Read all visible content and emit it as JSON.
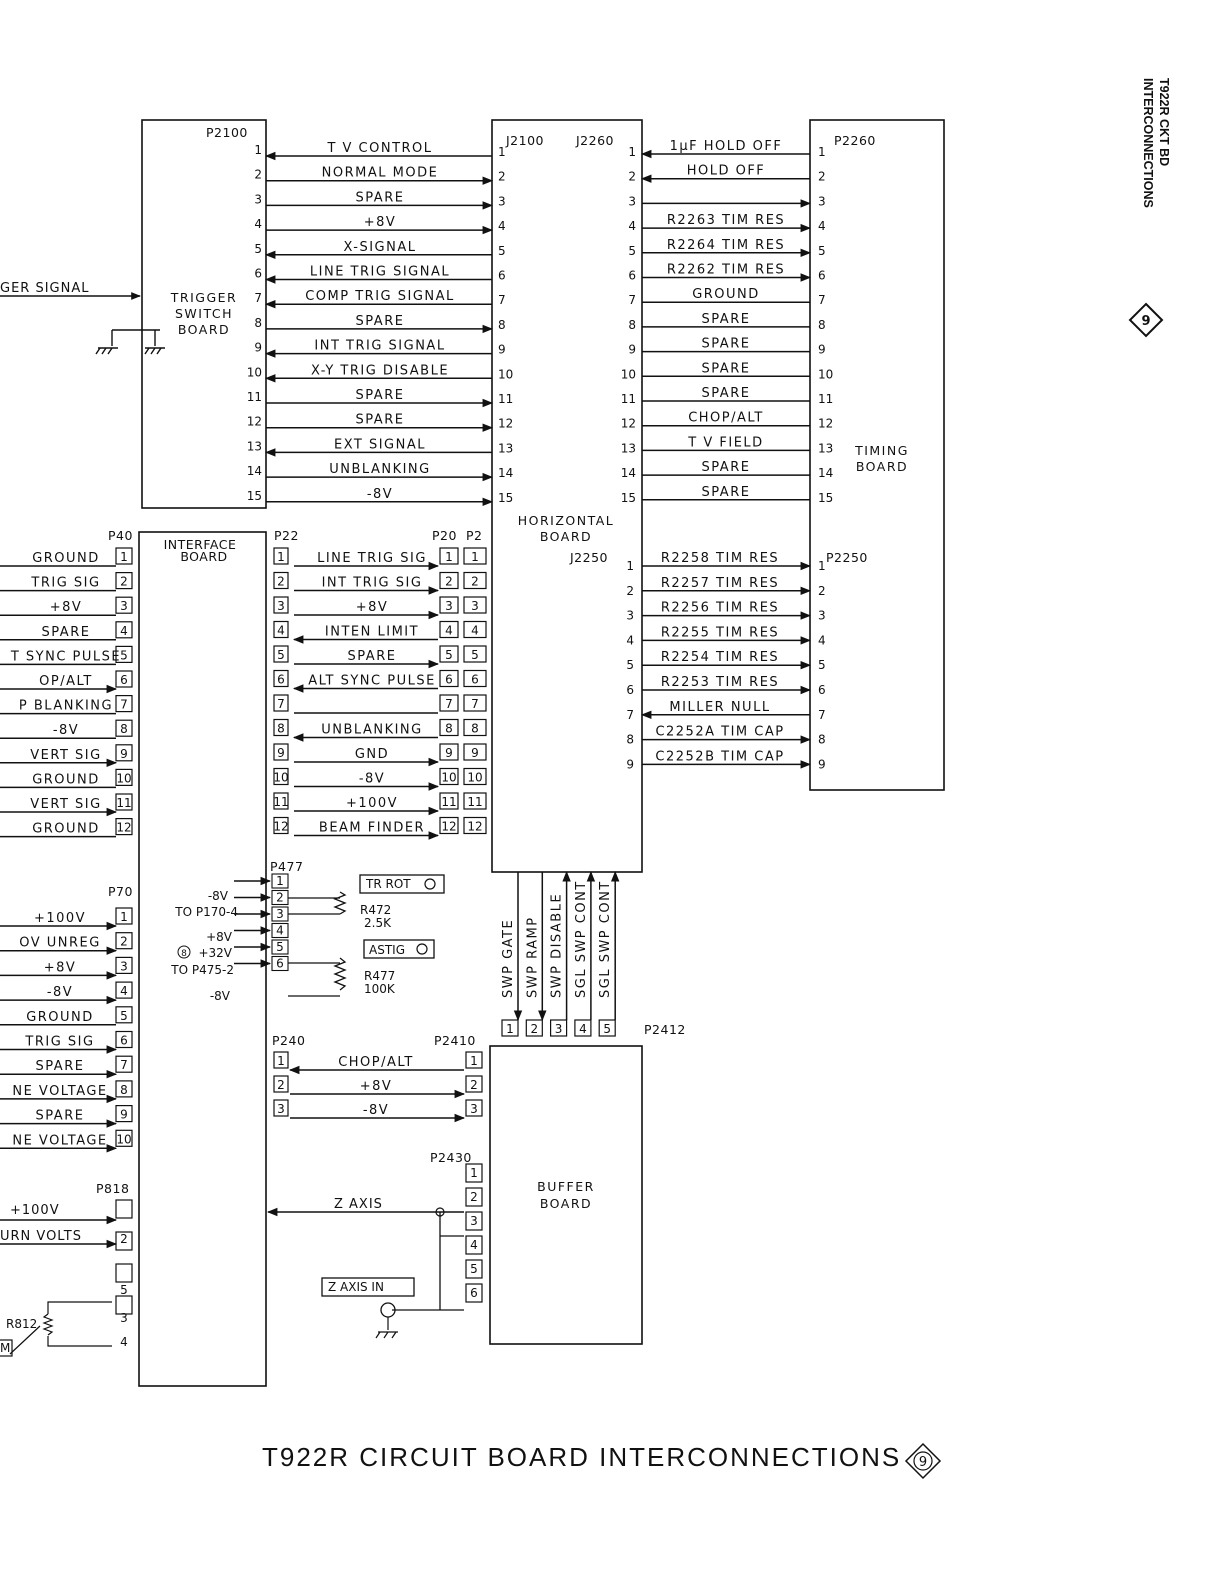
{
  "side_title": {
    "line1": "T922R CKT BD",
    "line2": "INTERCONNECTIONS",
    "badge": "9"
  },
  "bottom_title": {
    "text": "T922R CIRCUIT BOARD INTERCONNECTIONS",
    "badge": "9"
  },
  "boards": {
    "trigger_switch": "TRIGGER SWITCH BOARD",
    "horizontal": "HORIZONTAL BOARD",
    "timing": "TIMING BOARD",
    "interface": "INTERFACE BOARD",
    "buffer": "BUFFER BOARD"
  },
  "connectors": {
    "p2100": "P2100",
    "j2100": "J2100",
    "j2260": "J2260",
    "p2260": "P2260",
    "j2250": "J2250",
    "p2250": "P2250",
    "p40": "P40",
    "p22": "P22",
    "p20": "P20",
    "p2": "P2",
    "p477": "P477",
    "p70": "P70",
    "p240": "P240",
    "p2410": "P2410",
    "p2412": "P2412",
    "p2430": "P2430",
    "p818": "P818"
  },
  "trigger_signal_label": "GER SIGNAL",
  "j2100_signals": [
    "T V CONTROL",
    "NORMAL MODE",
    "SPARE",
    "+8V",
    "X-SIGNAL",
    "LINE TRIG SIGNAL",
    "COMP TRIG SIGNAL",
    "SPARE",
    "INT TRIG SIGNAL",
    "X-Y TRIG DISABLE",
    "SPARE",
    "SPARE",
    "EXT SIGNAL",
    "UNBLANKING",
    "-8V"
  ],
  "j2260_signals": [
    "1μF HOLD OFF",
    "HOLD OFF",
    "",
    "R2263 TIM RES",
    "R2264 TIM RES",
    "R2262 TIM RES",
    "GROUND",
    "SPARE",
    "SPARE",
    "SPARE",
    "SPARE",
    "CHOP/ALT",
    "T V FIELD",
    "SPARE",
    "SPARE"
  ],
  "j2250_signals": [
    "R2258 TIM RES",
    "R2257 TIM RES",
    "R2256 TIM RES",
    "R2255 TIM RES",
    "R2254 TIM RES",
    "R2253 TIM RES",
    "MILLER NULL",
    "C2252A TIM CAP",
    "C2252B TIM CAP"
  ],
  "p40_signals": [
    "GROUND",
    "TRIG SIG",
    "+8V",
    "SPARE",
    "T SYNC PULSE",
    "OP/ALT",
    "P BLANKING",
    "-8V",
    "VERT SIG",
    "GROUND",
    "VERT SIG",
    "GROUND"
  ],
  "p22_signals": [
    "LINE TRIG SIG",
    "INT TRIG SIG",
    "+8V",
    "INTEN LIMIT",
    "SPARE",
    "ALT SYNC PULSE",
    "",
    "UNBLANKING",
    "GND",
    "-8V",
    "+100V",
    "BEAM FINDER"
  ],
  "p70_signals": [
    "+100V",
    "OV UNREG",
    "+8V",
    "-8V",
    "GROUND",
    "TRIG SIG",
    "SPARE",
    "NE VOLTAGE",
    "SPARE",
    "NE VOLTAGE"
  ],
  "p477": {
    "left_labels": [
      "-8V",
      "TO P170-4",
      "+8V",
      "+32V",
      "TO P475-2",
      "-8V"
    ],
    "badge": "8",
    "tr_rot": "TR ROT",
    "astig": "ASTIG",
    "r472": "R472",
    "r472_val": "2.5K",
    "r477": "R477",
    "r477_val": "100K"
  },
  "p2412_signals": [
    "SWP GATE",
    "SWP RAMP",
    "SWP DISABLE",
    "SGL SWP CONT",
    "SGL SWP CONT"
  ],
  "p240_signals": [
    "CHOP/ALT",
    "+8V",
    "-8V"
  ],
  "z_axis": "Z AXIS",
  "z_axis_in": "Z AXIS IN",
  "p818_signals": [
    "+100V",
    "URN VOLTS"
  ],
  "r812": "R812",
  "m_label": "M"
}
